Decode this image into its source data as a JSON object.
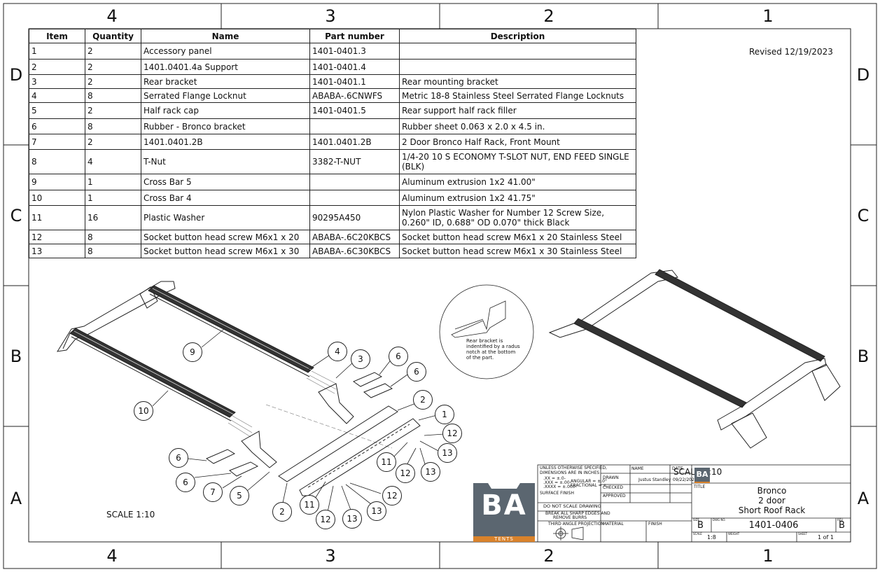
{
  "zones": {
    "columns": [
      "4",
      "3",
      "2",
      "1"
    ],
    "rows": [
      "D",
      "C",
      "B",
      "A"
    ]
  },
  "bom": {
    "headers": [
      "Item",
      "Quantity",
      "Name",
      "Part number",
      "Description"
    ],
    "rows": [
      [
        "1",
        "2",
        "Accessory panel",
        "1401-0401.3",
        ""
      ],
      [
        "2",
        "2",
        "1401.0401.4a Support",
        "1401-0401.4",
        ""
      ],
      [
        "3",
        "2",
        "Rear bracket",
        "1401-0401.1",
        "Rear mounting bracket"
      ],
      [
        "4",
        "8",
        "Serrated Flange Locknut",
        "ABABA-.6CNWFS",
        "Metric 18-8 Stainless Steel Serrated Flange Locknuts"
      ],
      [
        "5",
        "2",
        "Half rack cap",
        "1401-0401.5",
        "Rear support half rack filler"
      ],
      [
        "6",
        "8",
        "Rubber - Bronco bracket",
        "",
        "Rubber sheet 0.063 x 2.0 x 4.5 in."
      ],
      [
        "7",
        "2",
        "1401.0401.2B",
        "1401.0401.2B",
        "2 Door Bronco Half Rack, Front Mount"
      ],
      [
        "8",
        "4",
        "T-Nut",
        "3382-T-NUT",
        "1/4-20 10 S ECONOMY T-SLOT NUT, END FEED SINGLE (BLK)"
      ],
      [
        "9",
        "1",
        "Cross Bar 5",
        "",
        "Aluminum extrusion 1x2 41.00\""
      ],
      [
        "10",
        "1",
        "Cross Bar 4",
        "",
        "Aluminum extrusion 1x2 41.75\""
      ],
      [
        "11",
        "16",
        "Plastic Washer",
        "90295A450",
        "Nylon Plastic Washer for Number 12 Screw Size, 0.260\" ID, 0.688\" OD 0.070\" thick Black"
      ],
      [
        "12",
        "8",
        "Socket button head screw M6x1 x 20",
        "ABABA-.6C20KBCS",
        "Socket button head screw M6x1 x 20 Stainless Steel"
      ],
      [
        "13",
        "8",
        "Socket button head screw M6x1 x 30",
        "ABABA-.6C30KBCS",
        "Socket button head screw M6x1 x 30 Stainless Steel"
      ]
    ]
  },
  "revised": "Revised 12/19/2023",
  "scale_note": "SCALE 1:10",
  "scale_note_2": "SCALE 1:10",
  "detail_note": "Rear bracket is indentified by a radus notch at the bottom of the part.",
  "balloons": {
    "b9": "9",
    "b10": "10",
    "b4": "4",
    "b3": "3",
    "b6a": "6",
    "b6b": "6",
    "b2a": "2",
    "b1": "1",
    "b12a": "12",
    "b13a": "13",
    "b11a": "11",
    "b12b": "12",
    "b13b": "13",
    "b6c": "6",
    "b6d": "6",
    "b7": "7",
    "b5": "5",
    "b2b": "2",
    "b11b": "11",
    "b12c": "12",
    "b13c": "13",
    "b13d": "13",
    "b12d": "12"
  },
  "logo": {
    "letters": "BA",
    "sub": "TENTS",
    "color": "#5b6670",
    "accent": "#d9822b"
  },
  "title_block": {
    "tolerance_1": "UNLESS OTHERWISE SPECIFIED,",
    "tolerance_2": "DIMENSIONS ARE IN INCHES",
    "tolerance_3": ".XX = ±.0-",
    "tolerance_4": ".XXX = ±.00-",
    "tolerance_5": ".XXXX = ±.000-",
    "angular": "ANGULAR = ±.0°",
    "fractional": "FRACTIONAL = ±",
    "surface": "SURFACE FINISH",
    "do_not_scale": "DO NOT SCALE DRAWING",
    "break_edges_1": "BREAK ALL SHARP EDGES AND",
    "break_edges_2": "REMOVE BURRS",
    "projection": "THIRD ANGLE PROJECTION",
    "material_label": "MATERIAL",
    "finish_label": "FINISH",
    "name_label": "NAME",
    "date_label": "DATE",
    "drawn_label": "DRAWN",
    "drawn_name": "Justus Standley",
    "drawn_date": "09/22/2022",
    "checked_label": "CHECKED",
    "approved_label": "APPROVED",
    "title_label": "TITLE",
    "title_1": "Bronco",
    "title_2": "2 door",
    "title_3": "Short Roof Rack",
    "size_label": "SIZE",
    "size": "B",
    "dwg_label": "DWG NO.",
    "dwg_no": "1401-0406",
    "rev_label": "REV",
    "rev": "B",
    "scale_label": "SCALE",
    "scale": "1:8",
    "weight_label": "WEIGHT",
    "sheet_label": "SHEET",
    "sheet": "1 of 1"
  }
}
